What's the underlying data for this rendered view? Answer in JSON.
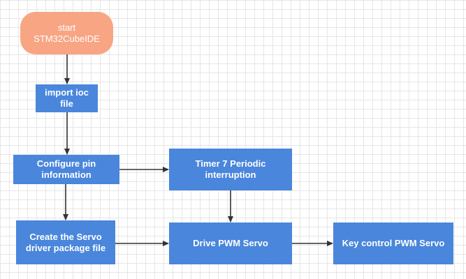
{
  "diagram": {
    "nodes": {
      "start": "start\nSTM32CubeIDE",
      "import": "import ioc\nfile",
      "config": "Configure pin\ninformation",
      "timer": "Timer 7 Periodic\ninterruption",
      "create": "Create the Servo\ndriver package file",
      "drive": "Drive PWM Servo",
      "key": "Key control PWM Servo"
    },
    "edges": [
      {
        "from": "start",
        "to": "import"
      },
      {
        "from": "import",
        "to": "config"
      },
      {
        "from": "config",
        "to": "create"
      },
      {
        "from": "config",
        "to": "timer"
      },
      {
        "from": "timer",
        "to": "drive"
      },
      {
        "from": "create",
        "to": "drive"
      },
      {
        "from": "drive",
        "to": "key"
      }
    ]
  },
  "colors": {
    "start_fill": "#f8a584",
    "process_fill": "#4a86dc",
    "text": "#ffffff",
    "arrow": "#333333",
    "grid": "#e6e6e6"
  }
}
